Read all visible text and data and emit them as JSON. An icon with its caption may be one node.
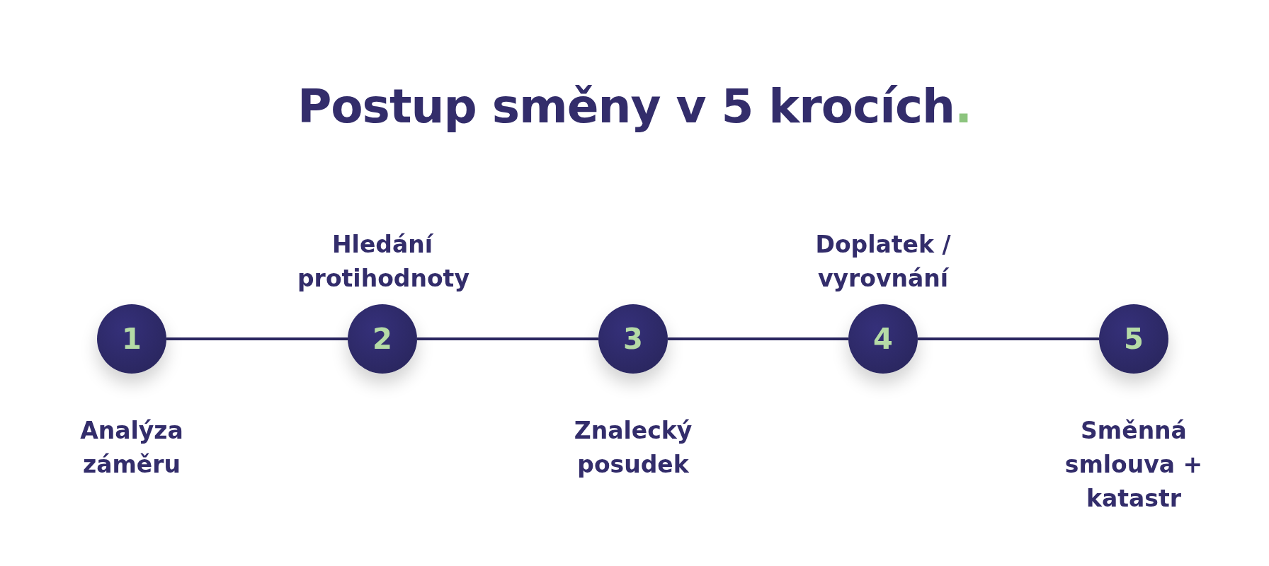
{
  "diagram": {
    "title": "Postup směny v 5 krocích.",
    "nodes": [
      {
        "text": [
          "1"
        ],
        "beside": [
          "Analýza záměru"
        ]
      },
      {
        "text": [
          "2"
        ],
        "beside": [
          "Hledání protihodnoty"
        ]
      },
      {
        "text": [
          "3"
        ],
        "beside": [
          "Znalecký posudek"
        ]
      },
      {
        "text": [
          "4"
        ],
        "beside": [
          "Doplatek / vyrovnání"
        ]
      },
      {
        "text": [
          "5"
        ],
        "beside": [
          "Směnná smlouva + katastr"
        ]
      }
    ],
    "edges": [
      {
        "from": 0,
        "to": 1,
        "arrow": "none"
      },
      {
        "from": 1,
        "to": 2,
        "arrow": "none"
      },
      {
        "from": 2,
        "to": 3,
        "arrow": "none"
      },
      {
        "from": 3,
        "to": 4,
        "arrow": "none"
      }
    ]
  }
}
